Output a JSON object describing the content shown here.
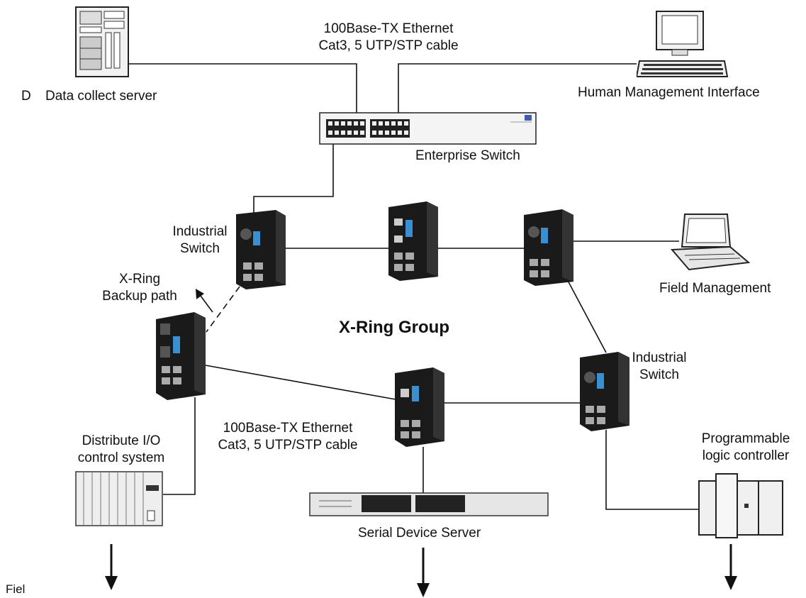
{
  "cable_label_top": {
    "line1": "100Base-TX Ethernet",
    "line2": "Cat3, 5 UTP/STP cable"
  },
  "cable_label_mid": {
    "line1": "100Base-TX Ethernet",
    "line2": "Cat3, 5 UTP/STP cable"
  },
  "server_prefix": "D",
  "data_collect_server": "Data collect server",
  "human_management_interface": "Human Management Interface",
  "enterprise_switch": "Enterprise Switch",
  "industrial_switch_left": {
    "line1": "Industrial",
    "line2": "Switch"
  },
  "industrial_switch_right": {
    "line1": "Industrial",
    "line2": "Switch"
  },
  "field_management": "Field Management",
  "xring_backup": {
    "line1": "X-Ring",
    "line2": "Backup path"
  },
  "xring_group": "X-Ring Group",
  "distribute_io": {
    "line1": "Distribute I/O",
    "line2": "control system"
  },
  "programmable_logic": {
    "line1": "Programmable",
    "line2": "logic controller"
  },
  "serial_device_server": "Serial Device Server",
  "field_truncated": "Fiel",
  "colors": {
    "line": "#111111",
    "device_dark": "#1a1a1a",
    "device_light": "#e8e8e8",
    "port_blue": "#3a8fd0"
  }
}
